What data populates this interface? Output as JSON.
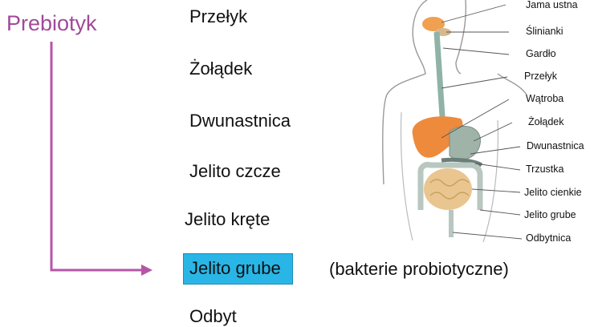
{
  "title": "Prebiotyk",
  "colors": {
    "title": "#a04a9a",
    "arrow": "#b456a8",
    "highlight": "#29b6e6"
  },
  "stages": [
    "Przełyk",
    "Żołądek",
    "Dwunastnica",
    "Jelito czcze",
    "Jelito kręte",
    "Jelito grube",
    "Odbyt"
  ],
  "highlighted_stage_index": 5,
  "note": "(bakterie probiotyczne)",
  "anatomy_labels": [
    "Jama ustna",
    "Ślinianki",
    "Gardło",
    "Przełyk",
    "Wątroba",
    "Żołądek",
    "Dwunastnica",
    "Trzustka",
    "Jelito cienkie",
    "Jelito grube",
    "Odbytnica"
  ]
}
